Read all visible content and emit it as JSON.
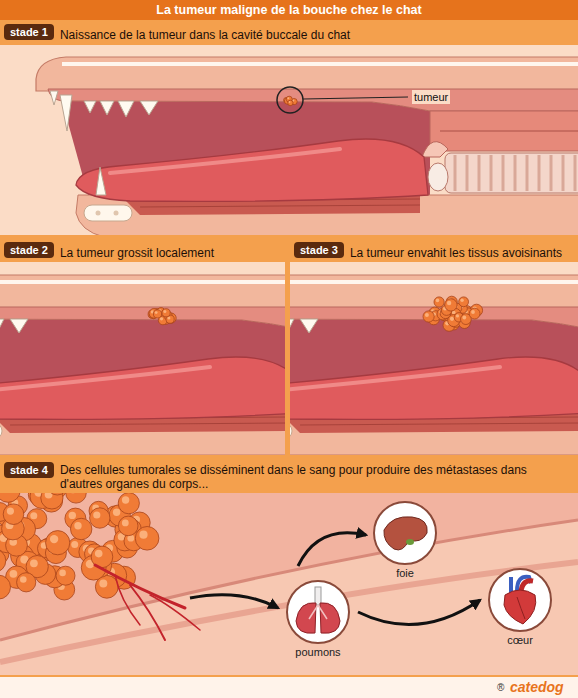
{
  "diagram": {
    "title": "La tumeur maligne de la bouche chez le chat",
    "nodes": [
      {
        "text": [
          "Naissance de la tumeur dans la cavité buccale du chat"
        ]
      },
      {
        "text": [
          "stade 1"
        ],
        "in": 0
      },
      {
        "text": [
          "La tumeur grossit localement"
        ]
      },
      {
        "text": [
          "stade 2"
        ],
        "in": 2
      },
      {
        "text": [
          "La tumeur envahit les tissus avoisinants"
        ]
      },
      {
        "text": [
          "stade 3"
        ],
        "in": 4
      },
      {
        "text": [
          "Des cellules tumorales se disséminent dans le sang pour produire des métastases dans d'autres organes du corps..."
        ]
      },
      {
        "text": [
          "stade 4"
        ],
        "in": 6
      },
      {
        "text": [
          "foie"
        ],
        "in": 6
      },
      {
        "text": [
          "poumons"
        ],
        "in": 6
      },
      {
        "text": [
          "cœur"
        ],
        "in": 6
      }
    ],
    "edges": [
      {
        "from": 9,
        "to": 10,
        "arrow": "to"
      }
    ],
    "labels": [
      "tumeur",
      "®",
      "catedog"
    ]
  }
}
